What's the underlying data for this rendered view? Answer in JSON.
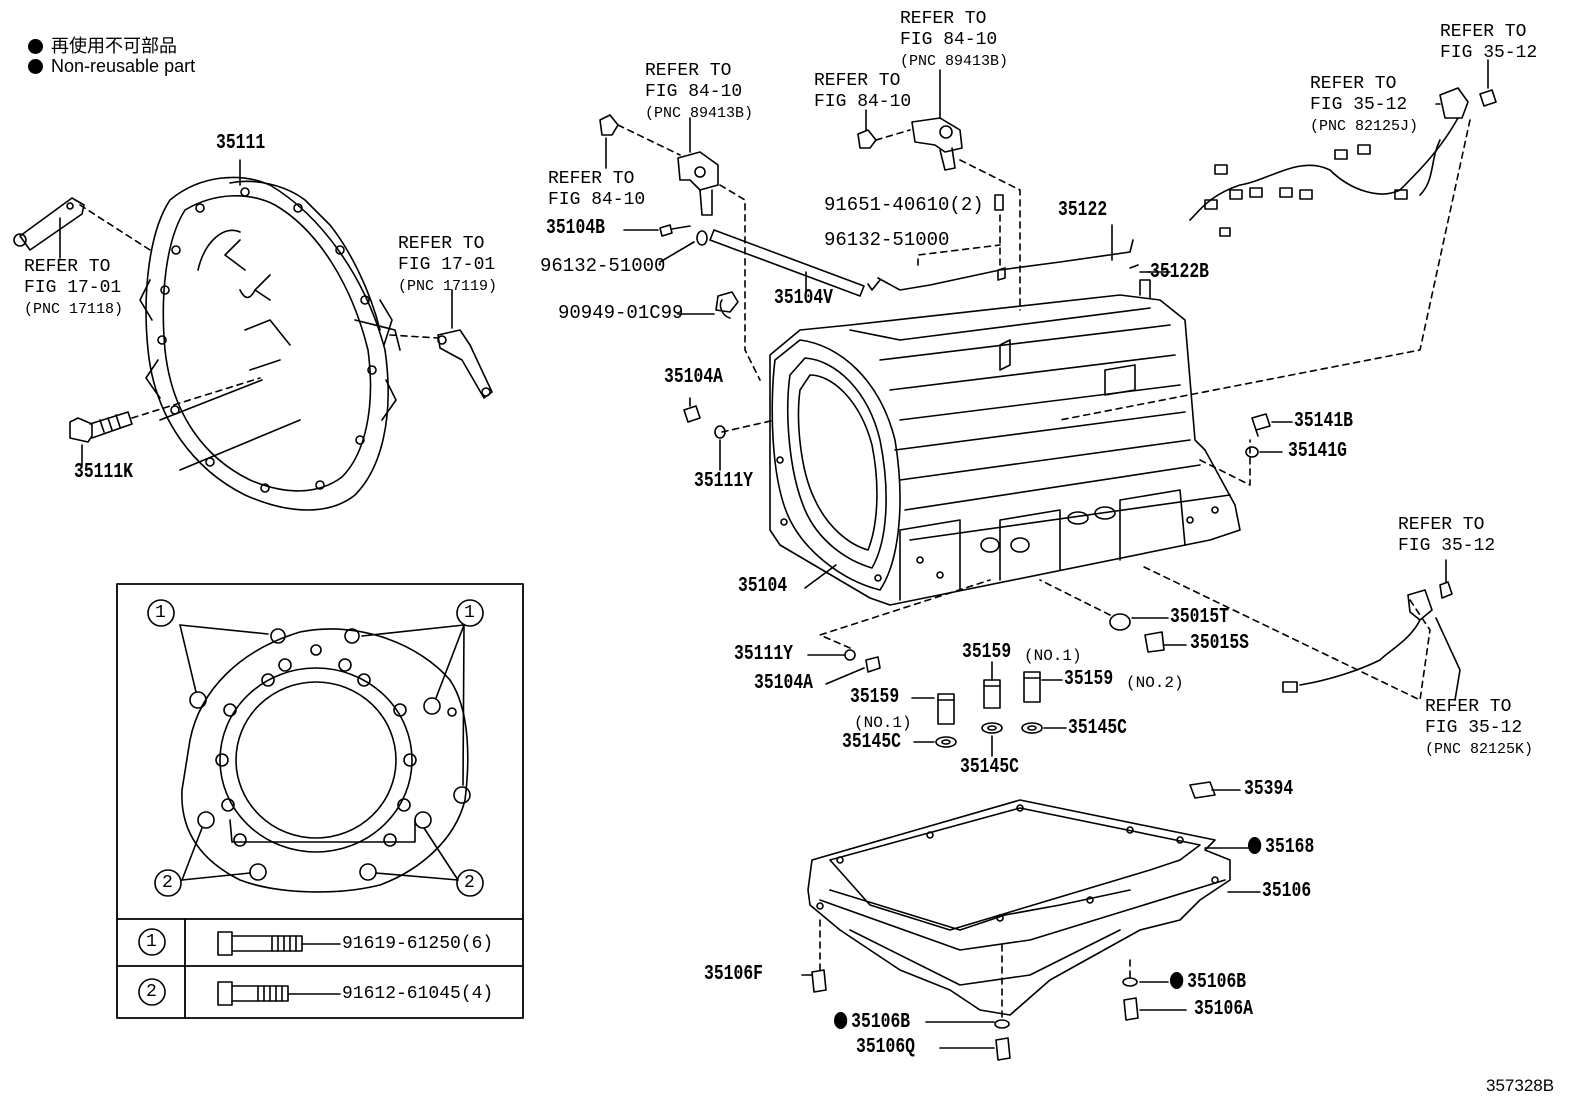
{
  "legend": {
    "line_jp": "再使用不可部品",
    "line_en": "Non-reusable part"
  },
  "figure_code": "357328B",
  "refs": {
    "fig1701_a": {
      "line1": "REFER TO",
      "line2": "FIG 17-01",
      "pnc": "(PNC 17118)"
    },
    "fig1701_b": {
      "line1": "REFER TO",
      "line2": "FIG 17-01",
      "pnc": "(PNC 17119)"
    },
    "fig8410_a": {
      "line1": "REFER TO",
      "line2": "FIG 84-10",
      "pnc": "(PNC 89413B)"
    },
    "fig8410_b": {
      "line1": "REFER TO",
      "line2": "FIG 84-10"
    },
    "fig8410_c": {
      "line1": "REFER TO",
      "line2": "FIG 84-10"
    },
    "fig8410_d": {
      "line1": "REFER TO",
      "line2": "FIG 84-10",
      "pnc": "(PNC 89413B)"
    },
    "fig3512_a": {
      "line1": "REFER TO",
      "line2": "FIG 35-12",
      "pnc": "(PNC 82125J)"
    },
    "fig3512_b": {
      "line1": "REFER TO",
      "line2": "FIG 35-12"
    },
    "fig3512_c": {
      "line1": "REFER TO",
      "line2": "FIG 35-12"
    },
    "fig3512_d": {
      "line1": "REFER TO",
      "line2": "FIG 35-12",
      "pnc": "(PNC 82125K)"
    }
  },
  "parts": {
    "p35111": "35111",
    "p35111K": "35111K",
    "p35104B": "35104B",
    "p96132a": "96132-51000",
    "p90949": "90949-01C99",
    "p35104V": "35104V",
    "p35104A_top": "35104A",
    "p35111Y_top": "35111Y",
    "p35104": "35104",
    "p91651": "91651-40610(2)",
    "p96132b": "96132-51000",
    "p35122": "35122",
    "p35122B": "35122B",
    "p35141B": "35141B",
    "p35141G": "35141G",
    "p35015T": "35015T",
    "p35015S": "35015S",
    "p35111Y_bot": "35111Y",
    "p35104A_bot": "35104A",
    "p35159_top": "35159",
    "p35159_top_note": "(NO.1)",
    "p35159_right": "35159",
    "p35159_right_note": "(NO.2)",
    "p35159_left": "35159",
    "p35159_left_note": "(NO.1)",
    "p35145C_left": "35145C",
    "p35145C_mid": "35145C",
    "p35145C_right": "35145C",
    "p35394": "35394",
    "p35168": "35168",
    "p35106": "35106",
    "p35106F": "35106F",
    "p35106B_right": "35106B",
    "p35106A": "35106A",
    "p35106B_left": "35106B",
    "p35106Q": "35106Q"
  },
  "bolt_table": [
    {
      "key": "1",
      "part": "91619-61250(6)"
    },
    {
      "key": "2",
      "part": "91612-61045(4)"
    }
  ],
  "callouts": {
    "one": "1",
    "two": "2"
  }
}
